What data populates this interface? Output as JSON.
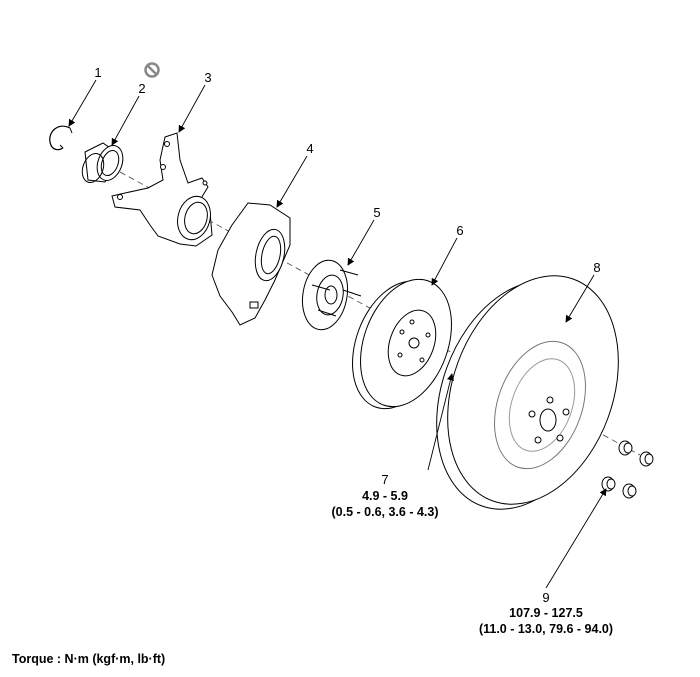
{
  "callouts": {
    "c1": "1",
    "c2": "2",
    "c3": "3",
    "c4": "4",
    "c5": "5",
    "c6": "6",
    "c7": "7",
    "c8": "8",
    "c9": "9"
  },
  "torques": {
    "t7_nm": "4.9 - 5.9",
    "t7_alt": "(0.5 - 0.6, 3.6 - 4.3)",
    "t9_nm": "107.9 - 127.5",
    "t9_alt": "(11.0 - 13.0, 79.6 - 94.0)"
  },
  "legend": "Torque : N·m (kgf·m, lb·ft)",
  "icons": {
    "replace": "do-not-reuse-icon"
  }
}
